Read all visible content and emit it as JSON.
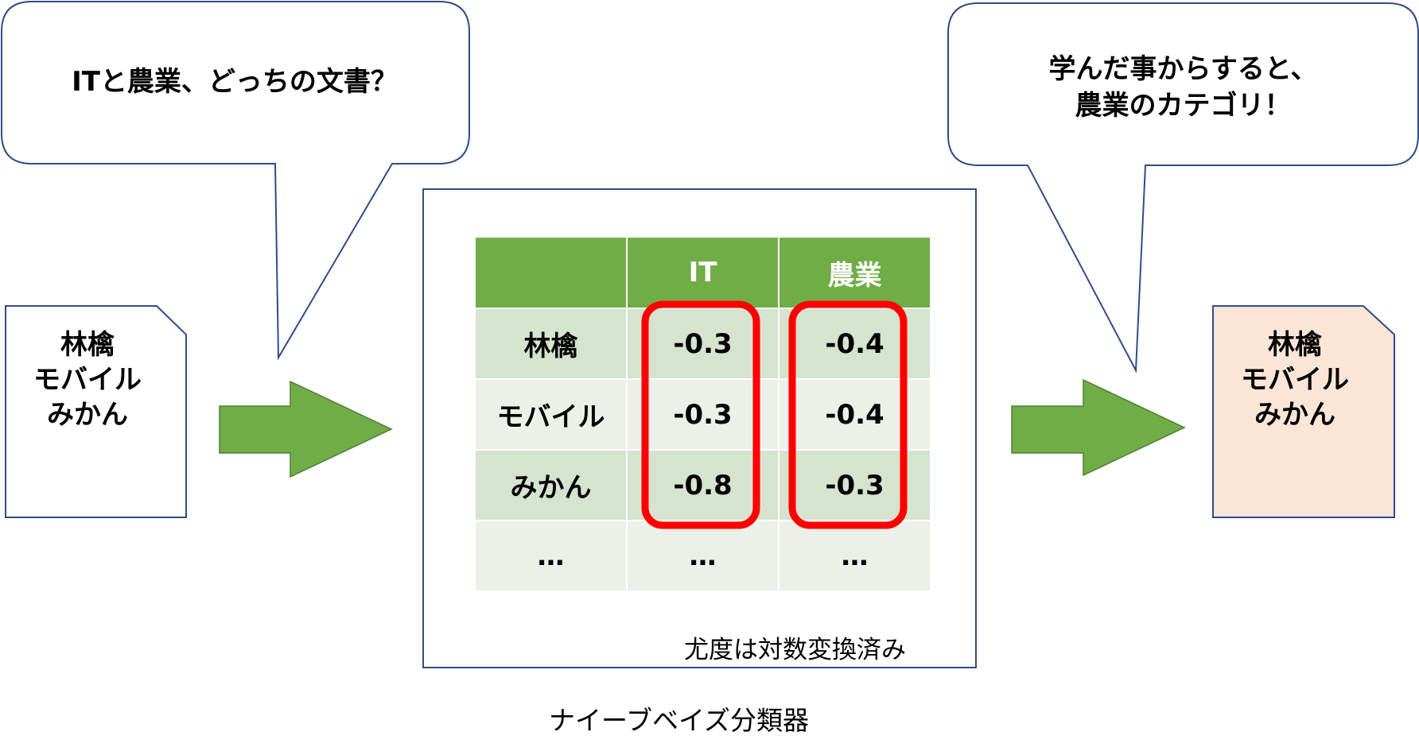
{
  "left_bubble": {
    "text": "ITと農業、どっちの文書？"
  },
  "right_bubble": {
    "line1": "学んだ事からすると、",
    "line2": "農業のカテゴリ！"
  },
  "input_doc": {
    "lines": [
      "林檎",
      "モバイル",
      "みかん"
    ]
  },
  "output_doc": {
    "lines": [
      "林檎",
      "モバイル",
      "みかん"
    ]
  },
  "table": {
    "headers": [
      "",
      "IT",
      "農業"
    ],
    "rows": [
      [
        "林檎",
        "-0.3",
        "-0.4"
      ],
      [
        "モバイル",
        "-0.3",
        "-0.4"
      ],
      [
        "みかん",
        "-0.8",
        "-0.3"
      ],
      [
        "…",
        "…",
        "…"
      ]
    ]
  },
  "note": "尤度は対数変換済み",
  "caption": "ナイーブベイズ分類器",
  "colors": {
    "header_green": "#70ad47",
    "row_dark": "#d5e3cf",
    "row_light": "#ebf1e9",
    "arrow_green": "#70ad47",
    "highlight_red": "#ff0000",
    "outline_blue": "#2f4d8a",
    "output_doc_fill": "#fbe5d6"
  }
}
